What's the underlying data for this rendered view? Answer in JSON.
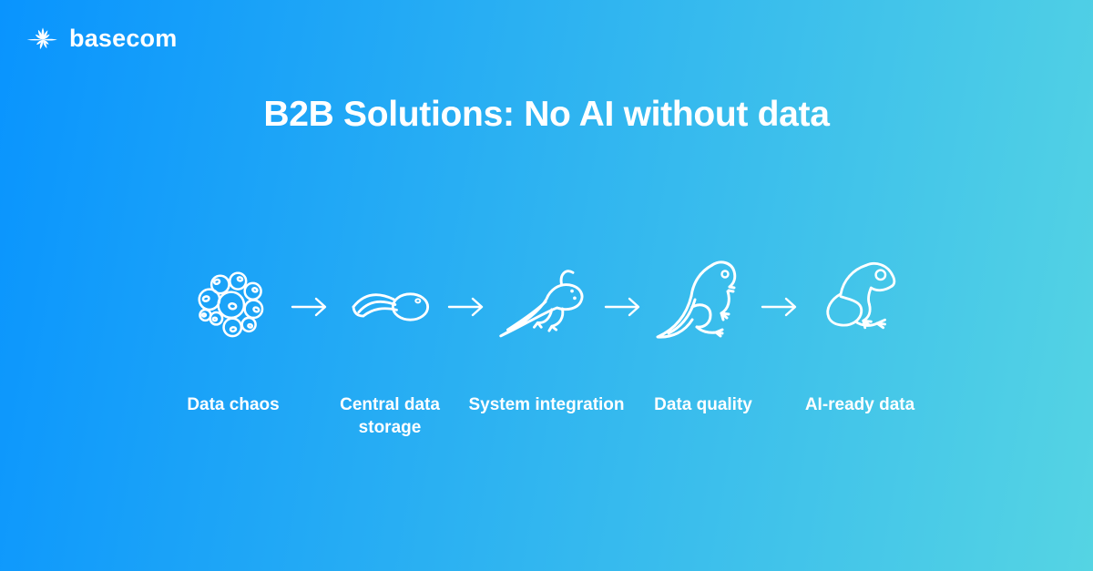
{
  "brand": {
    "name": "basecom",
    "icon": "starburst-icon"
  },
  "title": "B2B Solutions: No AI without data",
  "colors": {
    "gradient_left": "#0994FE",
    "gradient_right": "#55D4E3",
    "text": "#FFFFFF"
  },
  "diagram": {
    "theme": "frog-metamorphosis-lifecycle",
    "arrow_icon": "arrow-right-icon",
    "arrow_count": 4,
    "stages": [
      {
        "label": "Data chaos",
        "icon": "frog-eggs-icon"
      },
      {
        "label": "Central data storage",
        "icon": "tadpole-icon"
      },
      {
        "label": "System integration",
        "icon": "tadpole-with-legs-icon"
      },
      {
        "label": "Data quality",
        "icon": "froglet-with-tail-icon"
      },
      {
        "label": "AI-ready data",
        "icon": "adult-frog-icon"
      }
    ]
  }
}
